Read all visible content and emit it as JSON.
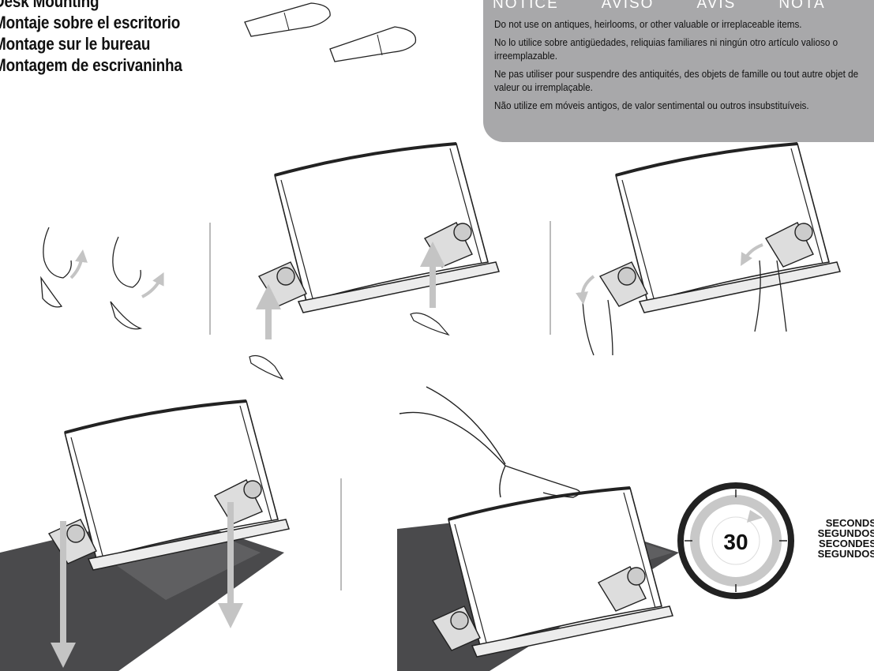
{
  "titles": {
    "line1": "Desk Mounting",
    "line2": "Montaje sobre el escritorio",
    "line3": "Montage sur le bureau",
    "line4": "Montagem de escrivaninha"
  },
  "notice": {
    "headings": [
      "NOTICE",
      "AVISO",
      "AVIS",
      "NOTA"
    ],
    "en": "Do not use on antiques, heirlooms, or other valuable or irreplaceable items.",
    "es": "No lo utilice sobre antigüedades, reliquias familiares ni ningún otro artículo valioso o irreemplazable.",
    "fr": "Ne pas utiliser pour suspendre des antiquités, des objets de famille ou tout autre objet de valeur ou irremplaçable.",
    "pt": "Não utilize em móveis antigos, de valor sentimental ou outros insubstituíveis."
  },
  "timer": {
    "value": "30",
    "labels": [
      "SECONDS",
      "SEGUNDOS",
      "SECONDES",
      "SEGUNDOS"
    ]
  },
  "colors": {
    "notice_bg": "#a8a8aa",
    "arrow": "#c4c4c4",
    "desk": "#4a4a4c",
    "desk_top": "#5a5a5c"
  },
  "icons": [
    "adhesive-strips-icon",
    "hand-peel-icon",
    "arrow-up-icon",
    "arrow-down-icon",
    "hand-press-icon",
    "timer-icon"
  ]
}
